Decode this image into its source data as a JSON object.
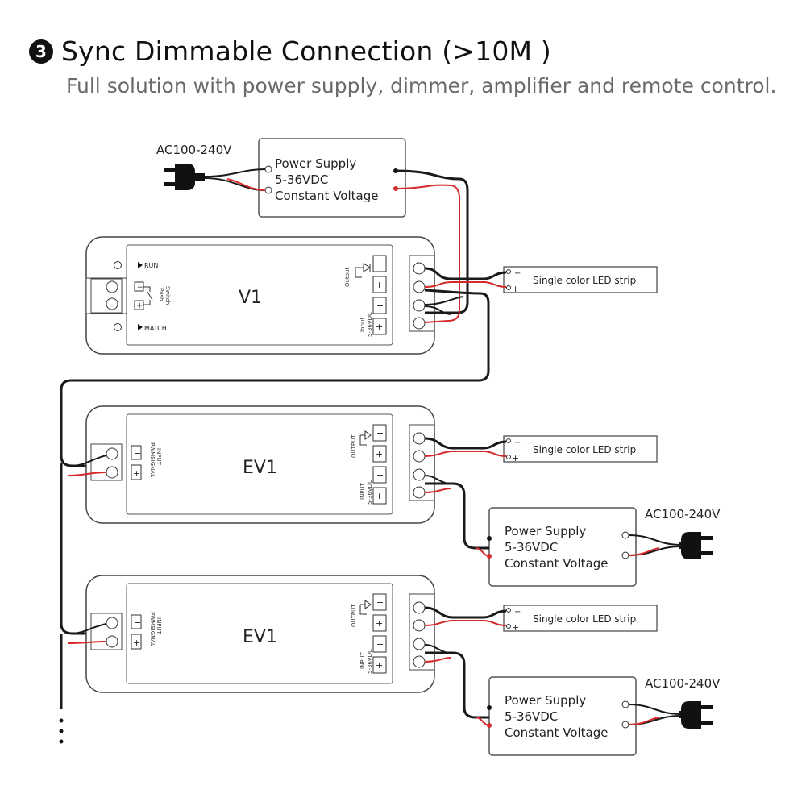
{
  "header": {
    "number": "3",
    "title": "Sync Dimmable Connection (>10M )",
    "subtitle": "Full solution with power supply, dimmer, amplifier and remote control."
  },
  "power_supply": {
    "line1": "Power Supply",
    "line2": "5-36VDC",
    "line3": "Constant Voltage",
    "ac_label": "AC100-240V"
  },
  "v1": {
    "name": "V1",
    "run": "RUN",
    "match": "MATCH",
    "push": "Push",
    "switch": "Switch",
    "output": "Output",
    "input": "Input",
    "input_v": "5-36VDC",
    "minus": "−",
    "plus": "+"
  },
  "ev1": {
    "name": "EV1",
    "input_label": "INPUT",
    "pwm_label": "PWMSIGNAL",
    "output": "OUTPUT",
    "input": "INPUT",
    "input_v": "5-36VDC",
    "minus": "−",
    "plus": "+"
  },
  "strip": {
    "label": "Single color LED strip",
    "minus": "−",
    "plus": "+"
  },
  "colors": {
    "wire_black": "#1a1a1a",
    "wire_red": "#d42a2a",
    "outline": "#444444"
  }
}
